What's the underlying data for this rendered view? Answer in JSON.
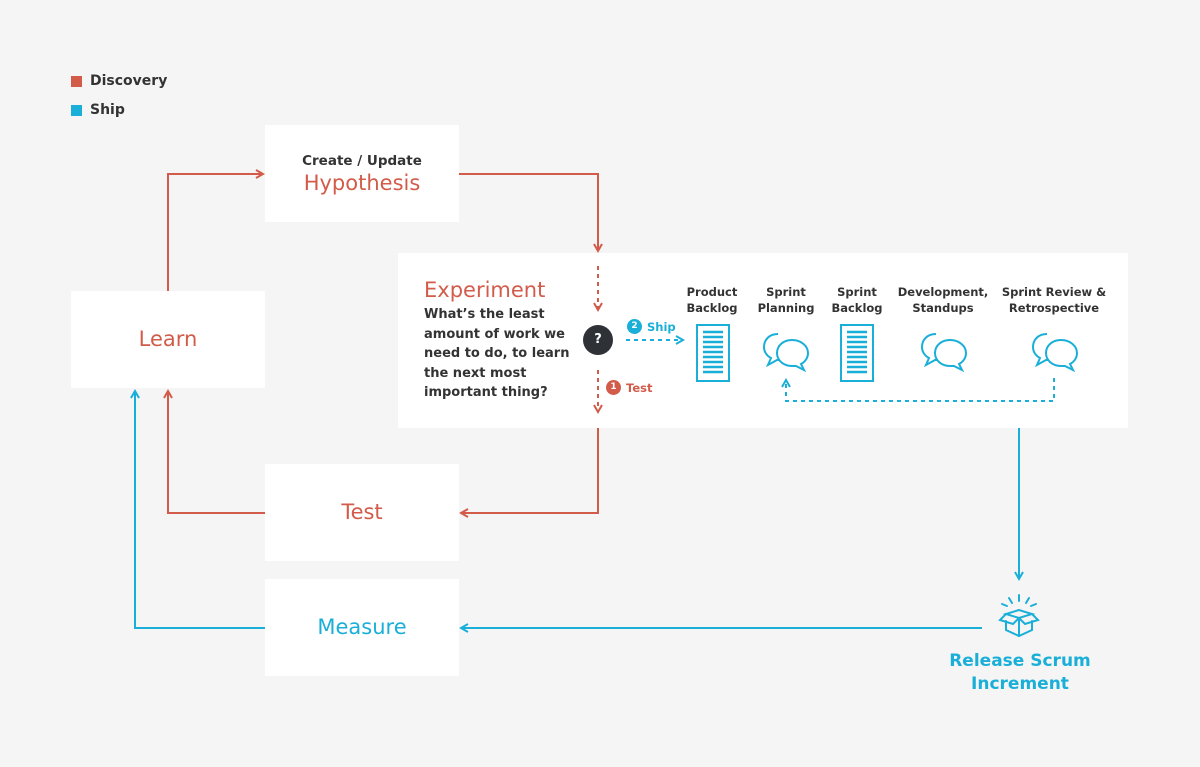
{
  "legend": [
    {
      "label": "Discovery",
      "color": "#d25b4a"
    },
    {
      "label": "Ship",
      "color": "#1aafd8"
    }
  ],
  "colors": {
    "discovery": "#d25b4a",
    "ship": "#1aafd8",
    "dark": "#2e3236"
  },
  "hypothesis": {
    "prefix": "Create / Update",
    "title": "Hypothesis"
  },
  "learn": "Learn",
  "test": "Test",
  "measure": "Measure",
  "experiment": {
    "title": "Experiment",
    "question": "What’s the least amount of work we need to do, to learn the next most important thing?",
    "decision_symbol": "?",
    "ship_badge": "2",
    "ship_label": "Ship",
    "test_badge": "1",
    "test_label": "Test"
  },
  "scrum_steps": [
    {
      "line1": "Product",
      "line2": "Backlog",
      "icon": "backlog-list-icon"
    },
    {
      "line1": "Sprint",
      "line2": "Planning",
      "icon": "chat-bubbles-icon"
    },
    {
      "line1": "Sprint",
      "line2": "Backlog",
      "icon": "backlog-list-icon"
    },
    {
      "line1": "Development,",
      "line2": "Standups",
      "icon": "chat-bubbles-icon"
    },
    {
      "line1": "Sprint Review &",
      "line2": "Retrospective",
      "icon": "chat-bubbles-icon"
    }
  ],
  "release": {
    "line1": "Release Scrum",
    "line2": "Increment",
    "icon": "open-box-icon"
  }
}
